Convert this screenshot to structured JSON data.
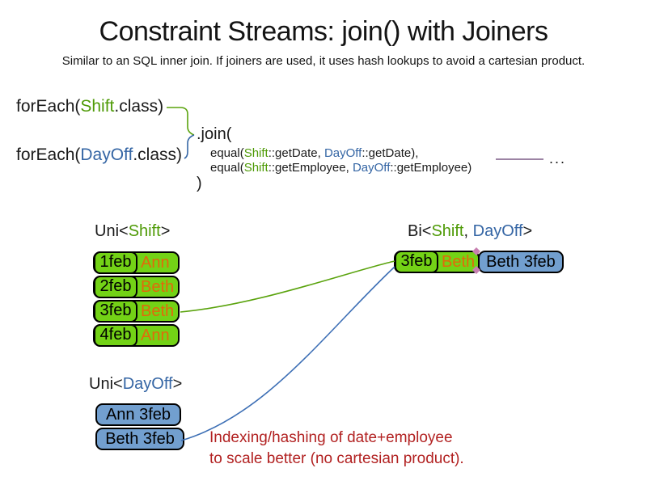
{
  "slide": {
    "title": "Constraint Streams: join() with Joiners",
    "subtitle": "Similar to an SQL inner join. If joiners are used, it uses hash lookups to avoid a cartesian product."
  },
  "code": {
    "foreach_shift": {
      "prefix": "forEach(",
      "class_name": "Shift",
      "suffix": ".class)"
    },
    "foreach_dayoff": {
      "prefix": "forEach(",
      "class_name": "DayOff",
      "suffix": ".class)"
    },
    "join_open": ".join(",
    "join_close": ")",
    "joiner_date": {
      "prefix": "equal(",
      "left_class": "Shift",
      "left_rest": "::getDate, ",
      "right_class": "DayOff",
      "right_rest": "::getDate),"
    },
    "joiner_employee": {
      "prefix": "equal(",
      "left_class": "Shift",
      "left_rest": "::getEmployee, ",
      "right_class": "DayOff",
      "right_rest": "::getEmployee)"
    },
    "ellipsis": "..."
  },
  "uni_shift": {
    "label": {
      "prefix": "Uni<",
      "class_name": "Shift",
      "suffix": ">"
    },
    "rows": [
      {
        "date": "1feb",
        "employee": "Ann"
      },
      {
        "date": "2feb",
        "employee": "Beth"
      },
      {
        "date": "3feb",
        "employee": "Beth"
      },
      {
        "date": "4feb",
        "employee": "Ann"
      }
    ]
  },
  "bi": {
    "label": {
      "prefix": "Bi<",
      "class_name1": "Shift",
      "separator": ", ",
      "class_name2": "DayOff",
      "suffix": ">"
    },
    "row": {
      "shift_date": "3feb",
      "shift_employee": "Beth",
      "dayoff_fact": "Beth 3feb"
    }
  },
  "uni_dayoff": {
    "label": {
      "prefix": "Uni<",
      "class_name": "DayOff",
      "suffix": ">"
    },
    "rows": [
      {
        "fact": "Ann 3feb"
      },
      {
        "fact": "Beth 3feb"
      }
    ]
  },
  "note": {
    "line1": "Indexing/hashing of date+employee",
    "line2": "to scale better (no cartesian product)."
  },
  "colors": {
    "shift_green_fill": "#73d216",
    "dayoff_blue_fill": "#729fcf",
    "shift_green_text": "#4e9a06",
    "dayoff_blue_text": "#3465a4",
    "employee_orange_text": "#e2690b",
    "note_red_text": "#b22222",
    "more_joiners_purple": "#7b5a86"
  }
}
